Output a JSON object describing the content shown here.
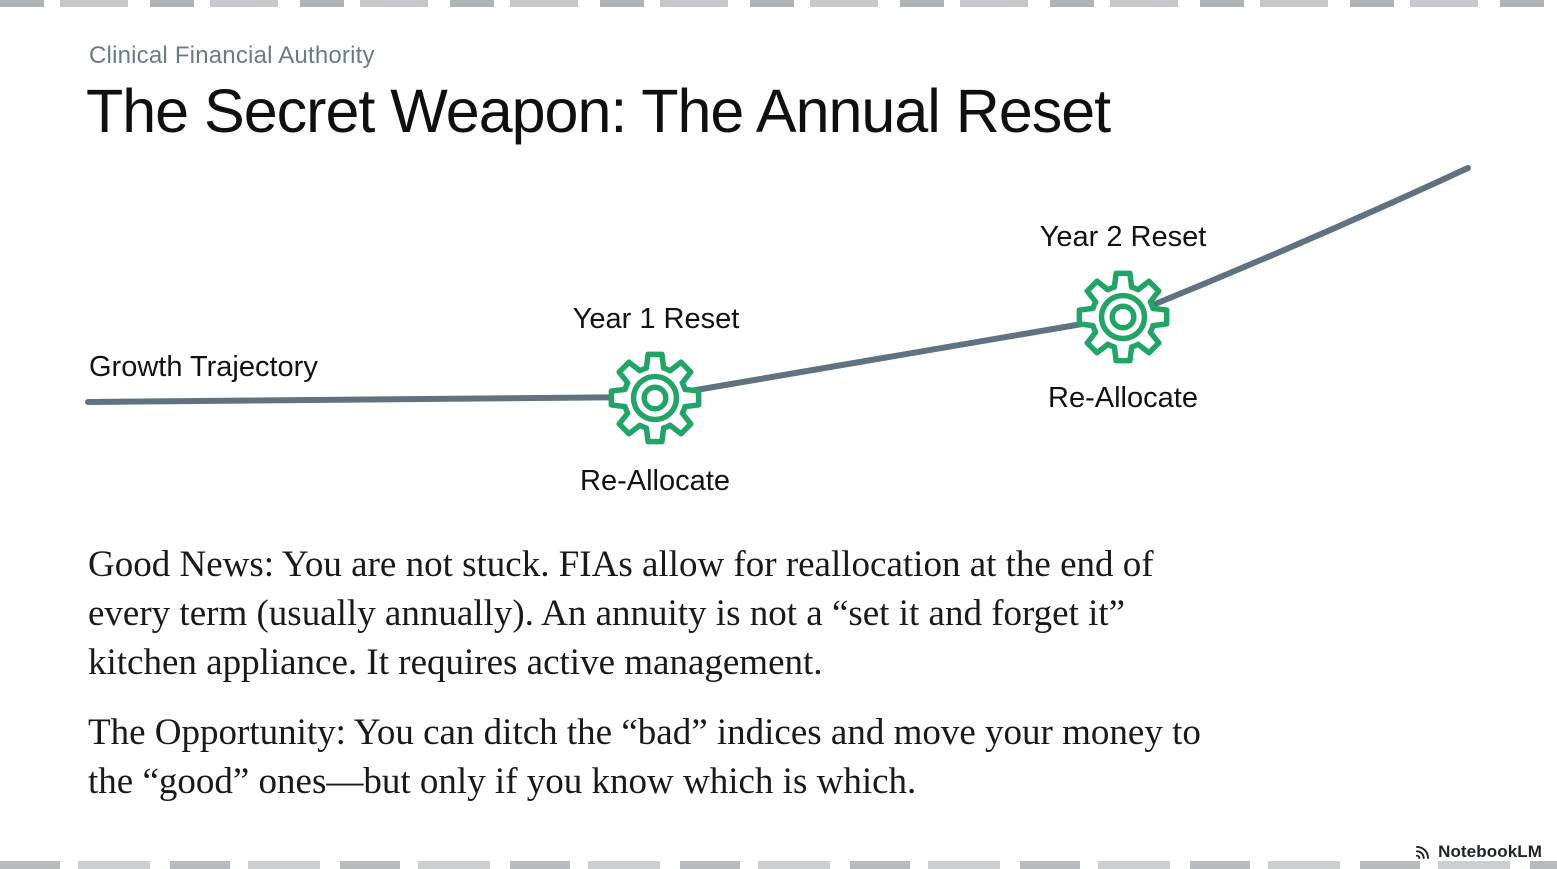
{
  "header": {
    "kicker": "Clinical Financial Authority",
    "title": "The Secret Weapon: The Annual Reset"
  },
  "diagram": {
    "growth_label": "Growth Trajectory",
    "milestones": [
      {
        "title": "Year 1 Reset",
        "subtitle": "Re-Allocate"
      },
      {
        "title": "Year 2 Reset",
        "subtitle": "Re-Allocate"
      }
    ],
    "colors": {
      "line": "#5f7280",
      "gear": "#20a566"
    }
  },
  "body": {
    "paragraphs": [
      {
        "lines": [
          "Good News: You are not stuck. FIAs allow for reallocation at the end of",
          "every term (usually annually). An annuity is not a “set it and forget it”",
          "kitchen appliance. It requires active management."
        ]
      },
      {
        "lines": [
          "The Opportunity: You can ditch the “bad” indices and move your money to",
          "the “good” ones—but only if you know which is which."
        ]
      }
    ]
  },
  "footer": {
    "brand": "NotebookLM"
  }
}
